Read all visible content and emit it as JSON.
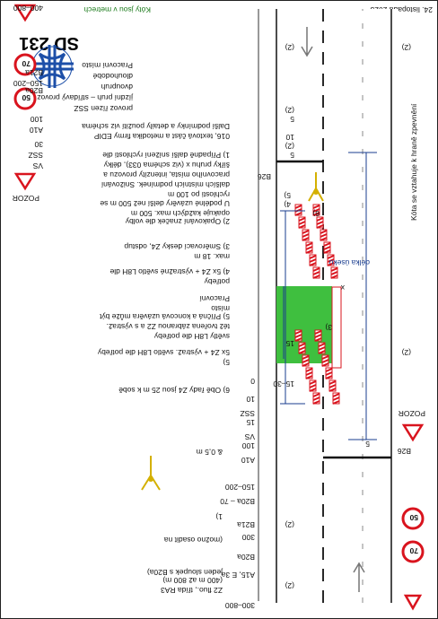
{
  "header": {
    "code": "SD 231",
    "date": "24. listopadu 2023",
    "dims_note": "Kóty jsou v metrech",
    "lines": [
      "Pracovní místo",
      "dlouhodobé",
      "dvoupruh",
      "jízdní pruh – střídavý provoz",
      "provoz řízen SSZ"
    ]
  },
  "notes": [
    [
      "Další podmínky a detaily použití viz schéma",
      "016, textová část a metodika firmy EDIP"
    ],
    [
      "1) Případně další snížení rychlosti dle",
      "šířky pruhu x (viz schéma 033), délky",
      "pracovního místa, intenzity provozu a",
      "dalších místních podmínek. Snižování",
      "rychlosti po 100 m"
    ],
    [
      "U podélné uzávěry delší než 500 m se",
      "opakuje každých max. 500 m"
    ],
    [
      "2) Opakování značek dle volby"
    ],
    [
      "3) Směrovací desky Z4, odstup",
      "max. 18 m"
    ],
    [
      "4) 5x Z4 + výstražné světlo L8H dle",
      "potřeby"
    ],
    [
      "Pracovní",
      "místo"
    ],
    [
      "5) Příčná a koncová uzávěra může být",
      "též tvořena zábranou Z2 a s výstraž.",
      "světly L8H dle potřeby"
    ],
    [
      "5x Z4 + výstraž. světlo L8H dle potřeby",
      "5)"
    ],
    [
      "6) Obě řady Z4 jsou 25 m k sobě"
    ]
  ],
  "left_column": [
    {
      "label": "300–800"
    },
    {
      "label": "A15, E 3a",
      "extra": [
        "Z2 fluo., třída RA3",
        "(400 m až 800 m)"
      ]
    },
    {
      "label": "B20a",
      "extra": [
        "jeden sloupek s B20a)"
      ]
    },
    {
      "label": "300"
    },
    {
      "label": "B21a",
      "extra": [
        "(možno osadit na"
      ]
    },
    {
      "label": "B20a – 70",
      "extra": [
        "1)"
      ]
    },
    {
      "label": "150–200"
    },
    {
      "label": "A10"
    },
    {
      "label": "100"
    },
    {
      "label": "VS",
      "extra": [
        "& 0,5 m"
      ]
    },
    {
      "label": "15"
    },
    {
      "label": "SSZ"
    },
    {
      "label": "10"
    },
    {
      "label": "0"
    }
  ],
  "right_column": [
    {
      "label": "400–800"
    },
    {
      "label": "B21a"
    },
    {
      "label": "150–200"
    },
    {
      "label": "B20a"
    },
    {
      "label": "100"
    },
    {
      "label": "A10"
    },
    {
      "label": "30"
    },
    {
      "label": "SSZ"
    },
    {
      "label": "VS"
    }
  ],
  "dimensions": {
    "d15_30": "15–30",
    "d15": "15",
    "d5a": "5",
    "d10": "10",
    "d5b": "5",
    "d5c": "5",
    "length": "délka úseku",
    "x": "x",
    "fn_3": "3)",
    "fn_4": "4)",
    "fn_5": "5)",
    "fn_6": "6)",
    "fn_2a": "(2)",
    "fn_2b": "(2)",
    "fn_2c": "(2)",
    "fn_2d": "(2)",
    "fn_2e": "(2)",
    "fn_2f": "(2)",
    "fn_2g": "(2)",
    "b26_top": "B26",
    "b26_bottom": "B26"
  },
  "side_note": "Kóta se vztahuje k hraně zpevnění",
  "signs": {
    "speed_50": "50",
    "speed_70": "70",
    "pozor": "POZOR",
    "speed_50_r": "50",
    "speed_70_r": "70",
    "pozor_r": "POZOR"
  },
  "colors": {
    "work_area": "#3fbf3f",
    "sign_red": "#d9141e",
    "sign_yellow": "#f5c400",
    "dim_blue": "#1a3d8f",
    "junction_blue": "#1d4fa8"
  }
}
